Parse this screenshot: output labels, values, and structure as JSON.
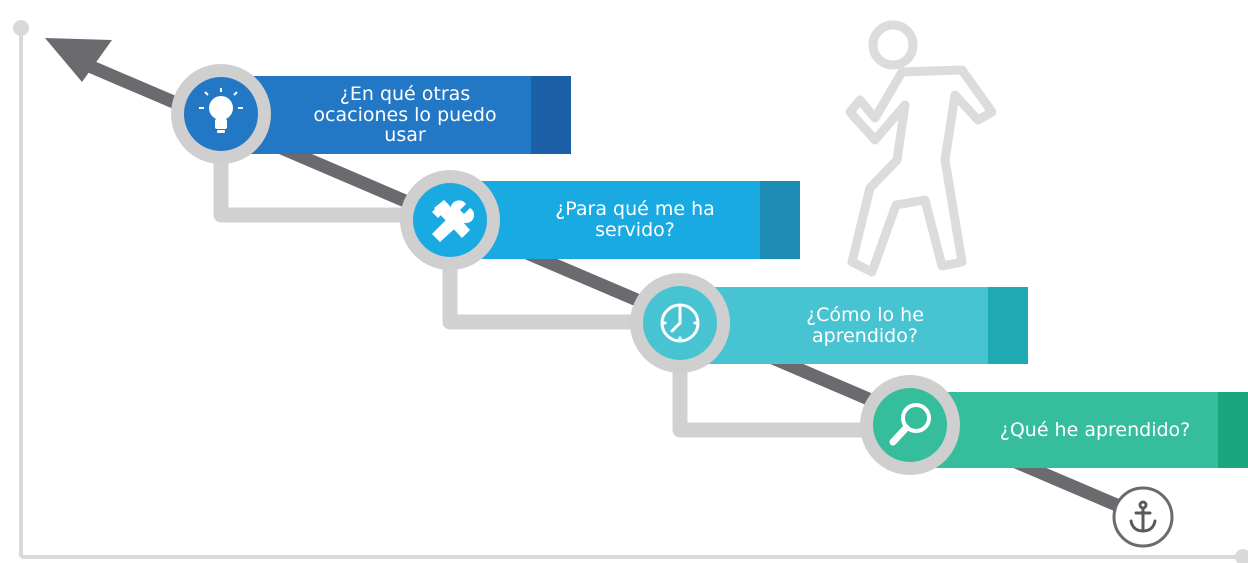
{
  "steps": [
    {
      "label": "¿En qué otras ocaciones lo puedo usar",
      "icon": "lightbulb-icon",
      "color": "#2278c4",
      "accent": "#1b60a6"
    },
    {
      "label": "¿Para qué me ha servido?",
      "icon": "tools-icon",
      "color": "#1aaae2",
      "accent": "#1e8db5"
    },
    {
      "label": "¿Cómo lo he aprendido?",
      "icon": "clock-icon",
      "color": "#47c3d1",
      "accent": "#1fa9b3"
    },
    {
      "label": "¿Qué he aprendido?",
      "icon": "magnifier-icon",
      "color": "#36bd9c",
      "accent": "#1aa77e"
    }
  ],
  "start_icon": "anchor-icon",
  "figure_icon": "climbing-person-icon",
  "colors": {
    "arrow": "#6b6b6f",
    "frame": "#d9d9d9",
    "ring": "#cfcfcf"
  }
}
